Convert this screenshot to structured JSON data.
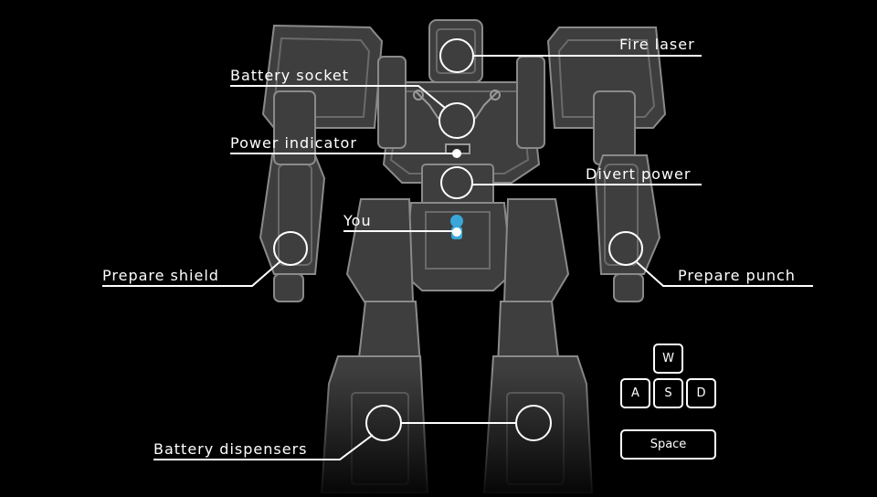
{
  "labels": {
    "fire_laser": "Fire laser",
    "battery_socket": "Battery socket",
    "power_indicator": "Power indicator",
    "divert_power": "Divert power",
    "you": "You",
    "prepare_shield": "Prepare shield",
    "prepare_punch": "Prepare punch",
    "battery_dispensers": "Battery dispensers"
  },
  "keys": {
    "w": "W",
    "a": "A",
    "s": "S",
    "d": "D",
    "space": "Space"
  },
  "colors": {
    "background": "#000000",
    "robot_fill": "#3e3e3e",
    "robot_edge": "#8a8a8a",
    "label": "#ffffff",
    "player": "#3aa7d8"
  }
}
